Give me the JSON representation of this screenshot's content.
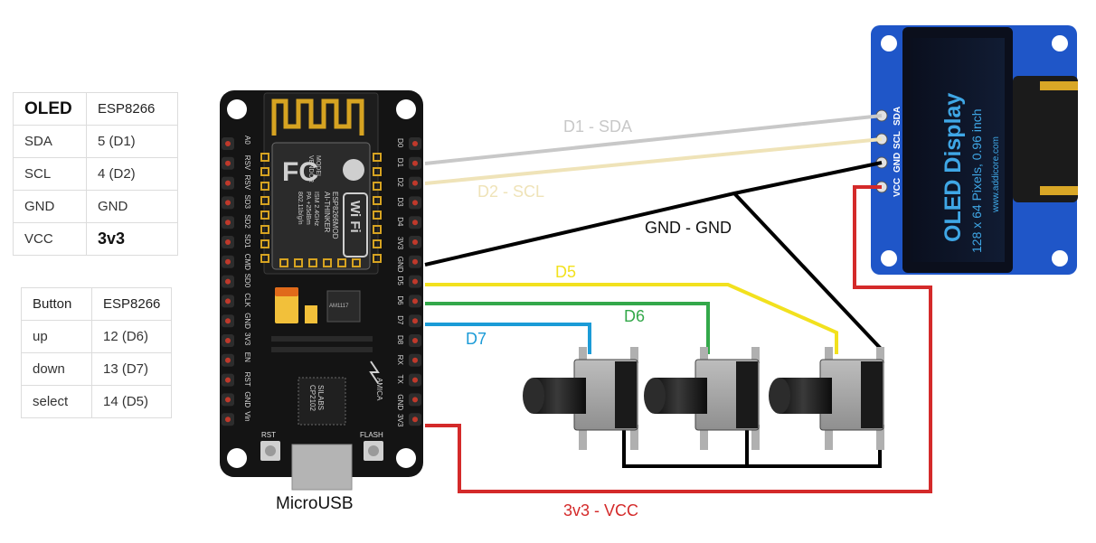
{
  "oled_table": {
    "headers": [
      "OLED",
      "ESP8266"
    ],
    "rows": [
      [
        "SDA",
        "5 (D1)"
      ],
      [
        "SCL",
        "4 (D2)"
      ],
      [
        "GND",
        "GND"
      ],
      [
        "VCC",
        "3v3"
      ]
    ]
  },
  "button_table": {
    "headers": [
      "Button",
      "ESP8266"
    ],
    "rows": [
      [
        "up",
        "12 (D6)"
      ],
      [
        "down",
        "13 (D7)"
      ],
      [
        "select",
        "14 (D5)"
      ]
    ]
  },
  "board": {
    "left_pins": [
      "A0",
      "RSV",
      "RSV",
      "SD3",
      "SD2",
      "SD1",
      "CMD",
      "SD0",
      "CLK",
      "GND",
      "3V3",
      "EN",
      "RST",
      "GND",
      "Vin"
    ],
    "right_pins": [
      "D0",
      "D1",
      "D2",
      "D3",
      "D4",
      "3V3",
      "GND",
      "D5",
      "D6",
      "D7",
      "D8",
      "RX",
      "TX",
      "GND",
      "3V3"
    ],
    "module_text": [
      "MODEL",
      "VENDOR",
      "ESP8266MOD",
      "AI-THINKER",
      "ISM 2.4GHz",
      "PA +25dBm",
      "802.11b/g/n"
    ],
    "fcc_mark": "FC",
    "wifi_mark": "Wi Fi",
    "regulator": "AM1117",
    "usb_chip": [
      "SILABS",
      "CP2102"
    ],
    "brand": "AMICA",
    "rst_label": "RST",
    "flash_label": "FLASH",
    "usb_label": "MicroUSB"
  },
  "oled": {
    "pins": [
      "VCC",
      "GND",
      "SCL",
      "SDA"
    ],
    "screen_lines": [
      "OLED Display",
      "128 x 64 Pixels, 0.96 inch",
      "www.addicore.com"
    ]
  },
  "wires": {
    "sda": {
      "label": "D1 - SDA",
      "color": "#c8c8c8"
    },
    "scl": {
      "label": "D2 - SCL",
      "color": "#efe3b8"
    },
    "gnd": {
      "label": "GND - GND",
      "color": "#000000"
    },
    "vcc": {
      "label": "3v3 - VCC",
      "color": "#d42a2a"
    },
    "d5": {
      "label": "D5",
      "color": "#f2e11e"
    },
    "d6": {
      "label": "D6",
      "color": "#33a84a"
    },
    "d7": {
      "label": "D7",
      "color": "#1b9bd7"
    }
  }
}
